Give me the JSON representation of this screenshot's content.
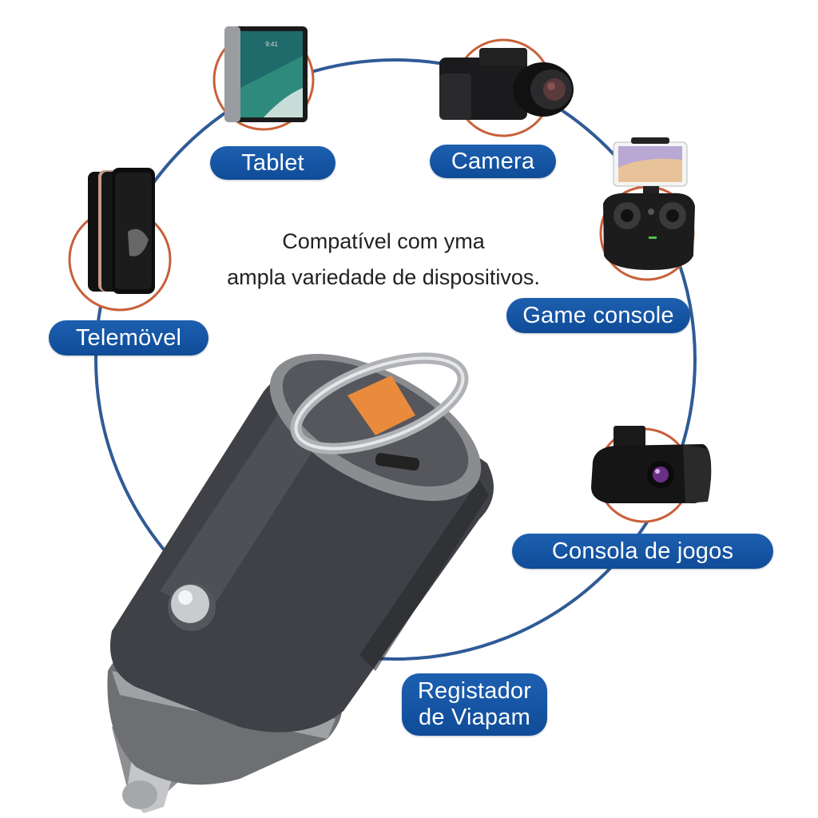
{
  "headline": {
    "line1": "Compatível com yma",
    "line2": "ampla variedade de dispositivos."
  },
  "devices": [
    {
      "label": "Tablet",
      "icon": "tablet-icon"
    },
    {
      "label": "Camera",
      "icon": "camera-icon"
    },
    {
      "label": "Telemövel",
      "icon": "smartphone-icon"
    },
    {
      "label": "Game console",
      "icon": "game-controller-icon"
    },
    {
      "label": "Consola de jogos",
      "icon": "dashcam-icon"
    },
    {
      "label_line1": "Registador",
      "label_line2": "de Viapam",
      "icon": "none"
    }
  ],
  "product": {
    "name": "car-charger",
    "icon": "car-charger-icon"
  },
  "colors": {
    "pill_blue": "#1558a8",
    "ring_blue": "#2f5b96",
    "accent_orange": "#c8603a",
    "background": "#ffffff",
    "charger_body": "#3d3f44",
    "usb_orange": "#e98a3d"
  }
}
